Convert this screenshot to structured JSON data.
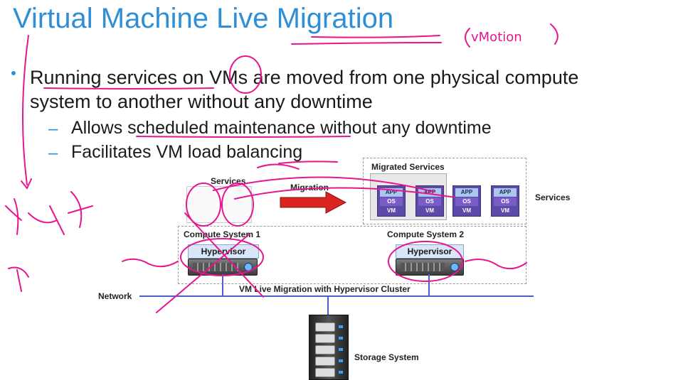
{
  "slide": {
    "title": "Virtual Machine Live Migration",
    "bullet": {
      "line1": "Running services on VMs are moved from one physical compute",
      "line2": "system to another without any downtime"
    },
    "sub_bullets": [
      "Allows scheduled maintenance without any downtime",
      "Facilitates VM load balancing"
    ],
    "dash_glyph": "–"
  },
  "diagram": {
    "services_label": "Services",
    "migration_label": "Migration",
    "migrated_services_label": "Migrated Services",
    "services_right_label": "Services",
    "compute1_label": "Compute System 1",
    "compute2_label": "Compute System 2",
    "hypervisor_label": "Hypervisor",
    "cluster_label": "VM Live Migration with Hypervisor Cluster",
    "network_label": "Network",
    "storage_label": "Storage System",
    "vm": {
      "app": "APP",
      "os": "OS",
      "vm": "VM"
    },
    "colors": {
      "title": "#2e8fd6",
      "vm": "#5b4aa8",
      "arrow": "#d9241f",
      "network": "#4a5fd0",
      "ink": "#e8158f"
    }
  },
  "annotations": {
    "vmotion": "vMotion"
  }
}
